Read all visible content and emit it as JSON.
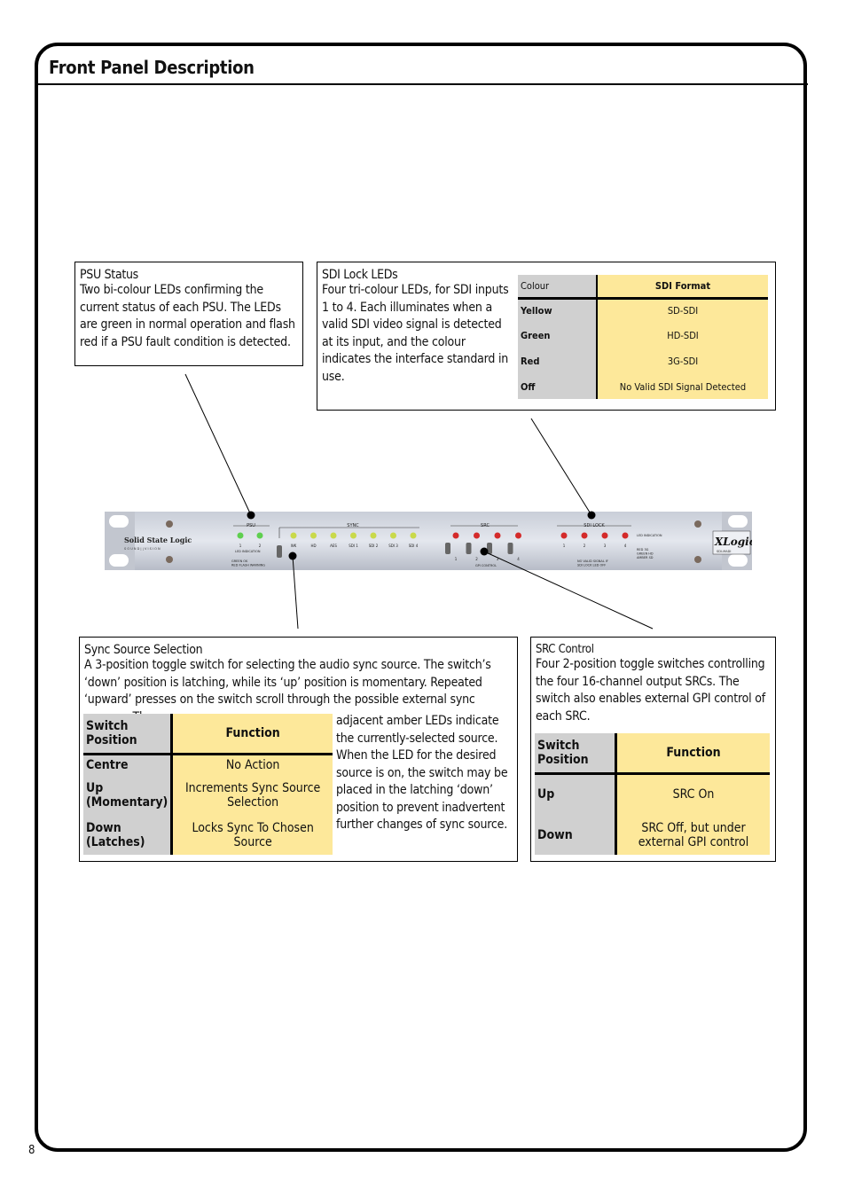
{
  "page": {
    "title": "Front Panel Description",
    "page_number": "8"
  },
  "psu": {
    "heading": "PSU Status",
    "body": "Two bi-colour LEDs confirming the current status of each PSU. The LEDs are green in normal operation and flash red if a PSU fault condition is detected."
  },
  "sdi": {
    "heading": "SDI Lock LEDs",
    "body": "Four tri-colour LEDs, for SDI inputs 1 to 4. Each illuminates when a valid SDI video signal is detected at its input, and the colour indicates the interface standard in use.",
    "table": {
      "headers": [
        "Colour",
        "SDI Format"
      ],
      "rows": [
        [
          "Yellow",
          "SD-SDI"
        ],
        [
          "Green",
          "HD-SDI"
        ],
        [
          "Red",
          "3G-SDI"
        ],
        [
          "Off",
          "No Valid SDI Signal Detected"
        ]
      ]
    }
  },
  "sync": {
    "heading": "Sync Source Selection",
    "body_top": "A 3-position toggle switch for selecting the audio sync source. The switch’s ‘down’ position is latching, while its ‘up’ position is momentary.  Repeated ‘upward’ presses on the switch scroll through the possible external sync sources. The",
    "body_side": "adjacent amber LEDs indicate the currently-selected source. When the LED for the desired source is on, the switch may be placed in the latching ‘down’ position to prevent inadvertent further changes of sync source.",
    "table": {
      "headers": [
        "Switch Position",
        "Function"
      ],
      "rows": [
        [
          "Centre",
          "No Action"
        ],
        [
          "Up (Momentary)",
          "Increments Sync Source Selection"
        ],
        [
          "Down (Latches)",
          "Locks Sync To Chosen Source"
        ]
      ]
    }
  },
  "src": {
    "heading": "SRC Control",
    "body": "Four 2-position toggle switches controlling the four 16-channel output SRCs. The switch also enables external GPI control of each SRC.",
    "table": {
      "headers": [
        "Switch Position",
        "Function"
      ],
      "rows": [
        [
          "Up",
          "SRC On"
        ],
        [
          "Down",
          "SRC Off, but under external GPI control"
        ]
      ]
    }
  },
  "panel": {
    "brand": "Solid State Logic",
    "brand_sub": "S O U N D  |  |  V I S I O N",
    "psu_label": "PSU",
    "psu_leds": [
      "1",
      "2"
    ],
    "led_indication": "LED INDICATION",
    "legend_psu": "GREEN     OK\nRED FLASH  WARNING",
    "sync_label": "SYNC",
    "sync_leds": [
      "WK",
      "HD",
      "AES",
      "SDI 1",
      "SDI 2",
      "SDI 3",
      "SDI 4"
    ],
    "src_label": "SRC",
    "src_switches": [
      "1",
      "2",
      "3",
      "4"
    ],
    "gpi_control": "GPI CONTROL",
    "sdi_lock_label": "SDI LOCK",
    "sdi_leds": [
      "1",
      "2",
      "3",
      "4"
    ],
    "sdi_legend": "RED    3G\nGREEN  HD\nAMBER  SD",
    "no_signal": "NO VALID SIGNAL IF\nSDI LOCK LED OFF",
    "logo": "XLogic",
    "logo_sub": "SDI-MADI"
  }
}
